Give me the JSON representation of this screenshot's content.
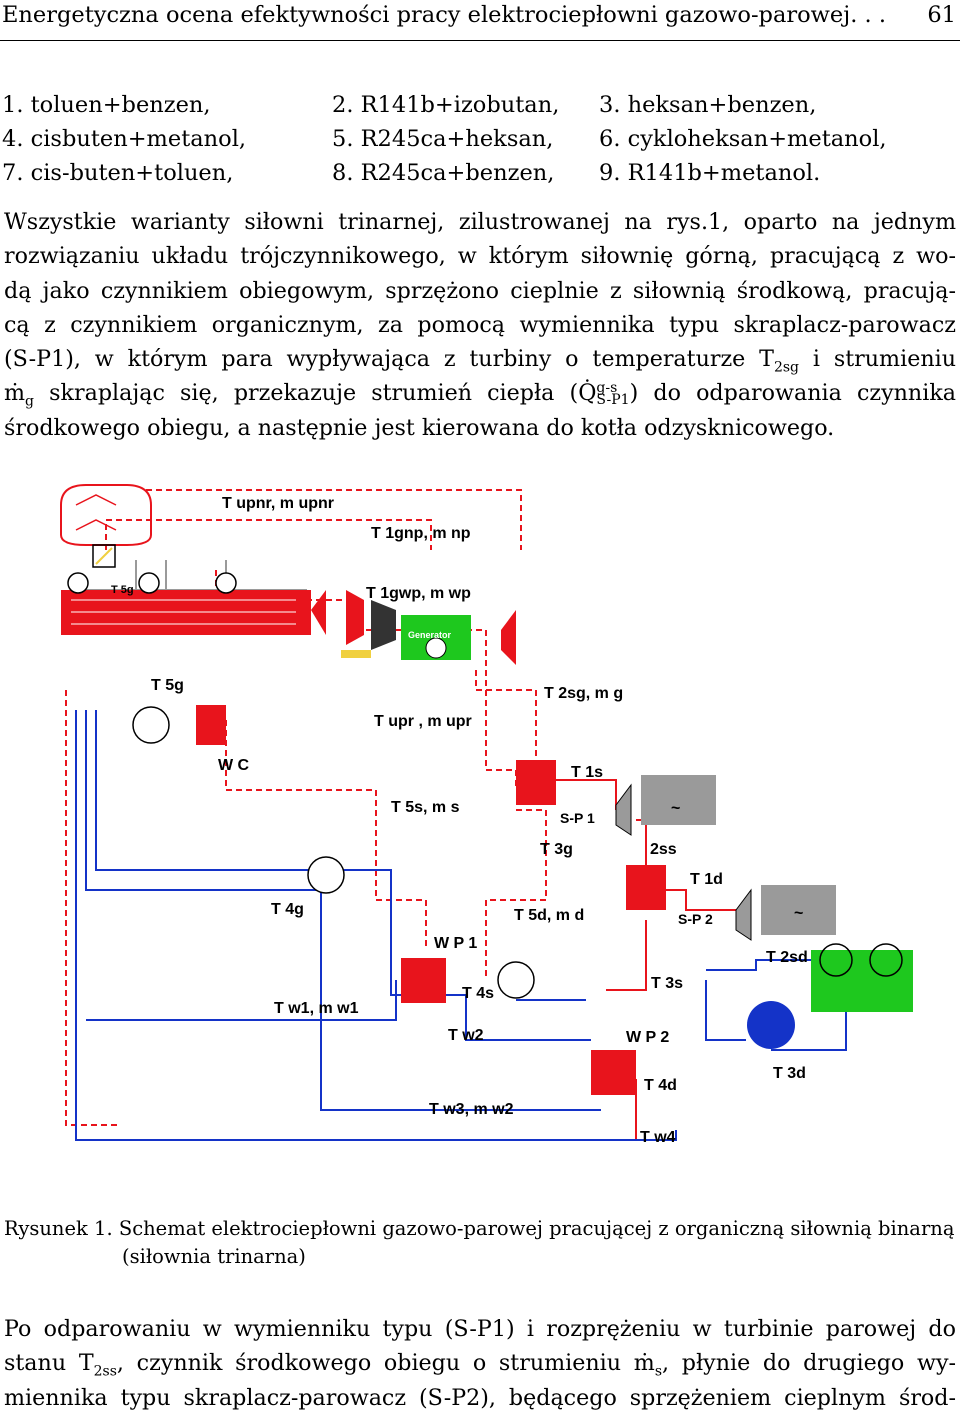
{
  "header": {
    "title": "Energetyczna ocena efektywności pracy elektrociepłowni gazowo-parowej. . .",
    "page": "61"
  },
  "list": [
    [
      "1. toluen+benzen,",
      "2. R141b+izobutan,",
      "3. heksan+benzen,"
    ],
    [
      "4. cisbuten+metanol,",
      "5. R245ca+heksan,",
      "6. cykloheksan+metanol,"
    ],
    [
      "7. cis-buten+toluen,",
      "8. R245ca+benzen,",
      "9. R141b+metanol."
    ]
  ],
  "para1": {
    "l1": "Wszystkie warianty siłowni trinarnej, zilustrowanej na rys.1, oparto na jednym",
    "l2": "rozwiązaniu układu trójczynnikowego, w którym siłownię górną, pracującą z wo-",
    "l3": "dą jako czynnikiem obiegowym, sprzężono cieplnie z siłownią środkową, pracują-",
    "l4": "cą z czynnikiem organicznym, za pomocą wymiennika typu skraplacz-parowacz",
    "l5_a": "(S-P1), w którym para wypływająca z turbiny o temperaturze T",
    "l5_sub": "2sg",
    "l5_b": " i strumieniu",
    "l6_m": "ṁ",
    "l6_msub": "g",
    "l6_a": " skraplając się, przekazuje strumień ciepła (",
    "l6_q": "Q̇",
    "l6_qsup": "g-s",
    "l6_qsub": "S-P1",
    "l6_b": ") do odparowania czynnika",
    "l7": "środkowego obiegu, a następnie jest kierowana do kotła odzysknicowego."
  },
  "figure": {
    "labels": {
      "t_upnr": "T upnr, m upnr",
      "t_1gnp": "T 1gnp, m np",
      "t_5g_a": "T 5g",
      "t_1gwp": "T 1gwp, m wp",
      "generator": "Generator",
      "t_5g_b": "T 5g",
      "t_2sg": "T 2sg, m g",
      "t_upr": "T upr , m upr",
      "wc": "W C",
      "t_1s": "T 1s",
      "t_5s": "T 5s, m s",
      "sp1": "S-P 1",
      "t_3g": "T 3g",
      "t_2ss": "2ss",
      "t_1d": "T 1d",
      "t_4g": "T 4g",
      "t_5d": "T 5d, m d",
      "sp2": "S-P 2",
      "wp1": "W P 1",
      "t_2sd": "T 2sd",
      "t_4s": "T 4s",
      "t_3s": "T 3s",
      "t_w1": "T w1, m w1",
      "t_w2": "T w2",
      "wp2": "W P 2",
      "t_4d": "T 4d",
      "t_3d": "T 3d",
      "t_w3": "T w3, m w2",
      "t_w4": "T w4",
      "tilde": "~"
    },
    "colors": {
      "red": "#e8141c",
      "green": "#1ec81e",
      "blue": "#1433c8",
      "gray": "#9a9a9a",
      "yellow": "#f0d040"
    }
  },
  "caption": {
    "l1": "Rysunek 1. Schemat elektrociepłowni gazowo-parowej pracującej z organiczną siłownią binarną",
    "l2": "(siłownia trinarna)"
  },
  "para2": {
    "l1": "Po odparowaniu w wymienniku typu (S-P1) i rozprężeniu w turbinie parowej do",
    "l2_a": "stanu T",
    "l2_sub": "2ss",
    "l2_b": ", czynnik środkowego obiegu o strumieniu ",
    "l2_m": "ṁ",
    "l2_msub": "s",
    "l2_c": ", płynie do drugiego wy-",
    "l3": "miennika typu skraplacz-parowacz (S-P2), będącego sprzężeniem cieplnym środ-"
  }
}
